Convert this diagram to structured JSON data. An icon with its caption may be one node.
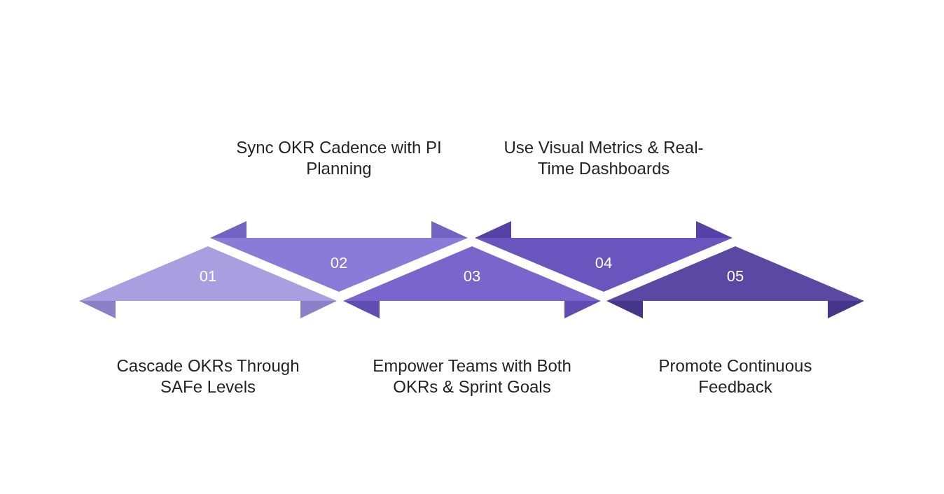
{
  "diagram": {
    "nodes": [
      {
        "text": [
          "01"
        ],
        "beside": [
          "Cascade OKRs Through SAFe Levels"
        ]
      },
      {
        "text": [
          "02"
        ],
        "beside": [
          "Sync OKR Cadence with PI Planning"
        ]
      },
      {
        "text": [
          "03"
        ],
        "beside": [
          "Empower Teams with Both OKRs & Sprint Goals"
        ]
      },
      {
        "text": [
          "04"
        ],
        "beside": [
          "Use Visual Metrics & Real-Time Dashboards"
        ]
      },
      {
        "text": [
          "05"
        ],
        "beside": [
          "Promote Continuous Feedback"
        ]
      }
    ],
    "edges": []
  }
}
